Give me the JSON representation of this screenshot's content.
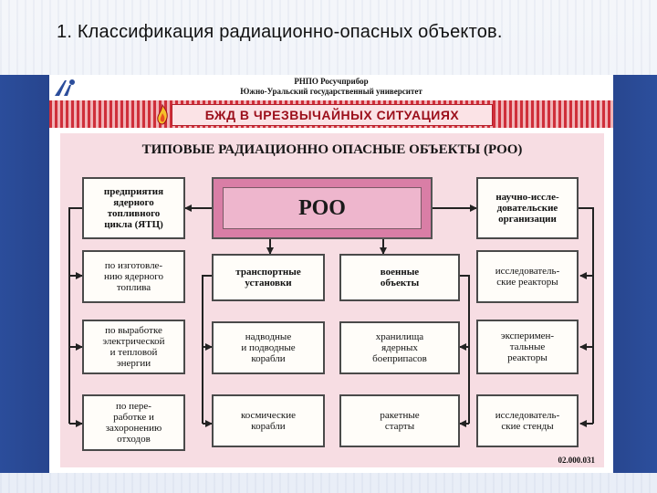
{
  "slide": {
    "title": "1. Классификация радиационно-опасных объектов."
  },
  "poster": {
    "header_line1": "РНПО Росучприбор",
    "header_line2": "Южно-Уральский государственный университет",
    "banner_text": "БЖД В ЧРЕЗВЫЧАЙНЫХ СИТУАЦИЯХ",
    "diagram_title": "ТИПОВЫЕ РАДИАЦИОННО ОПАСНЫЕ ОБЪЕКТЫ (РОО)",
    "center_label": "РОО",
    "code": "02.000.031",
    "left_column": {
      "header": "предприятия\nядерного\nтопливного\nцикла (ЯТЦ)",
      "items": [
        "по изготовле-\nнию ядерного\nтоплива",
        "по выработке\nэлектрической\nи тепловой\nэнергии",
        "по пере-\nработке и\nзахоронению\nотходов"
      ]
    },
    "right_column": {
      "header": "научно-иссле-\nдовательские\nорганизации",
      "items": [
        "исследователь-\nские реакторы",
        "эксперимен-\nтальные\nреакторы",
        "исследователь-\nские стенды"
      ]
    },
    "middle_left": {
      "header": "транспортные\nустановки",
      "items": [
        "надводные\nи подводные\nкорабли",
        "космические\nкорабли"
      ]
    },
    "middle_right": {
      "header": "военные\nобъекты",
      "items": [
        "хранилища\nядерных\nбоеприпасов",
        "ракетные\nстарты"
      ]
    }
  },
  "colors": {
    "slide_background": "#eef2f9",
    "side_bars": "#2b4d9b",
    "banner_red": "#cf2f3a",
    "panel_pink": "#f7dde3",
    "center_pink": "#d97ea6"
  }
}
